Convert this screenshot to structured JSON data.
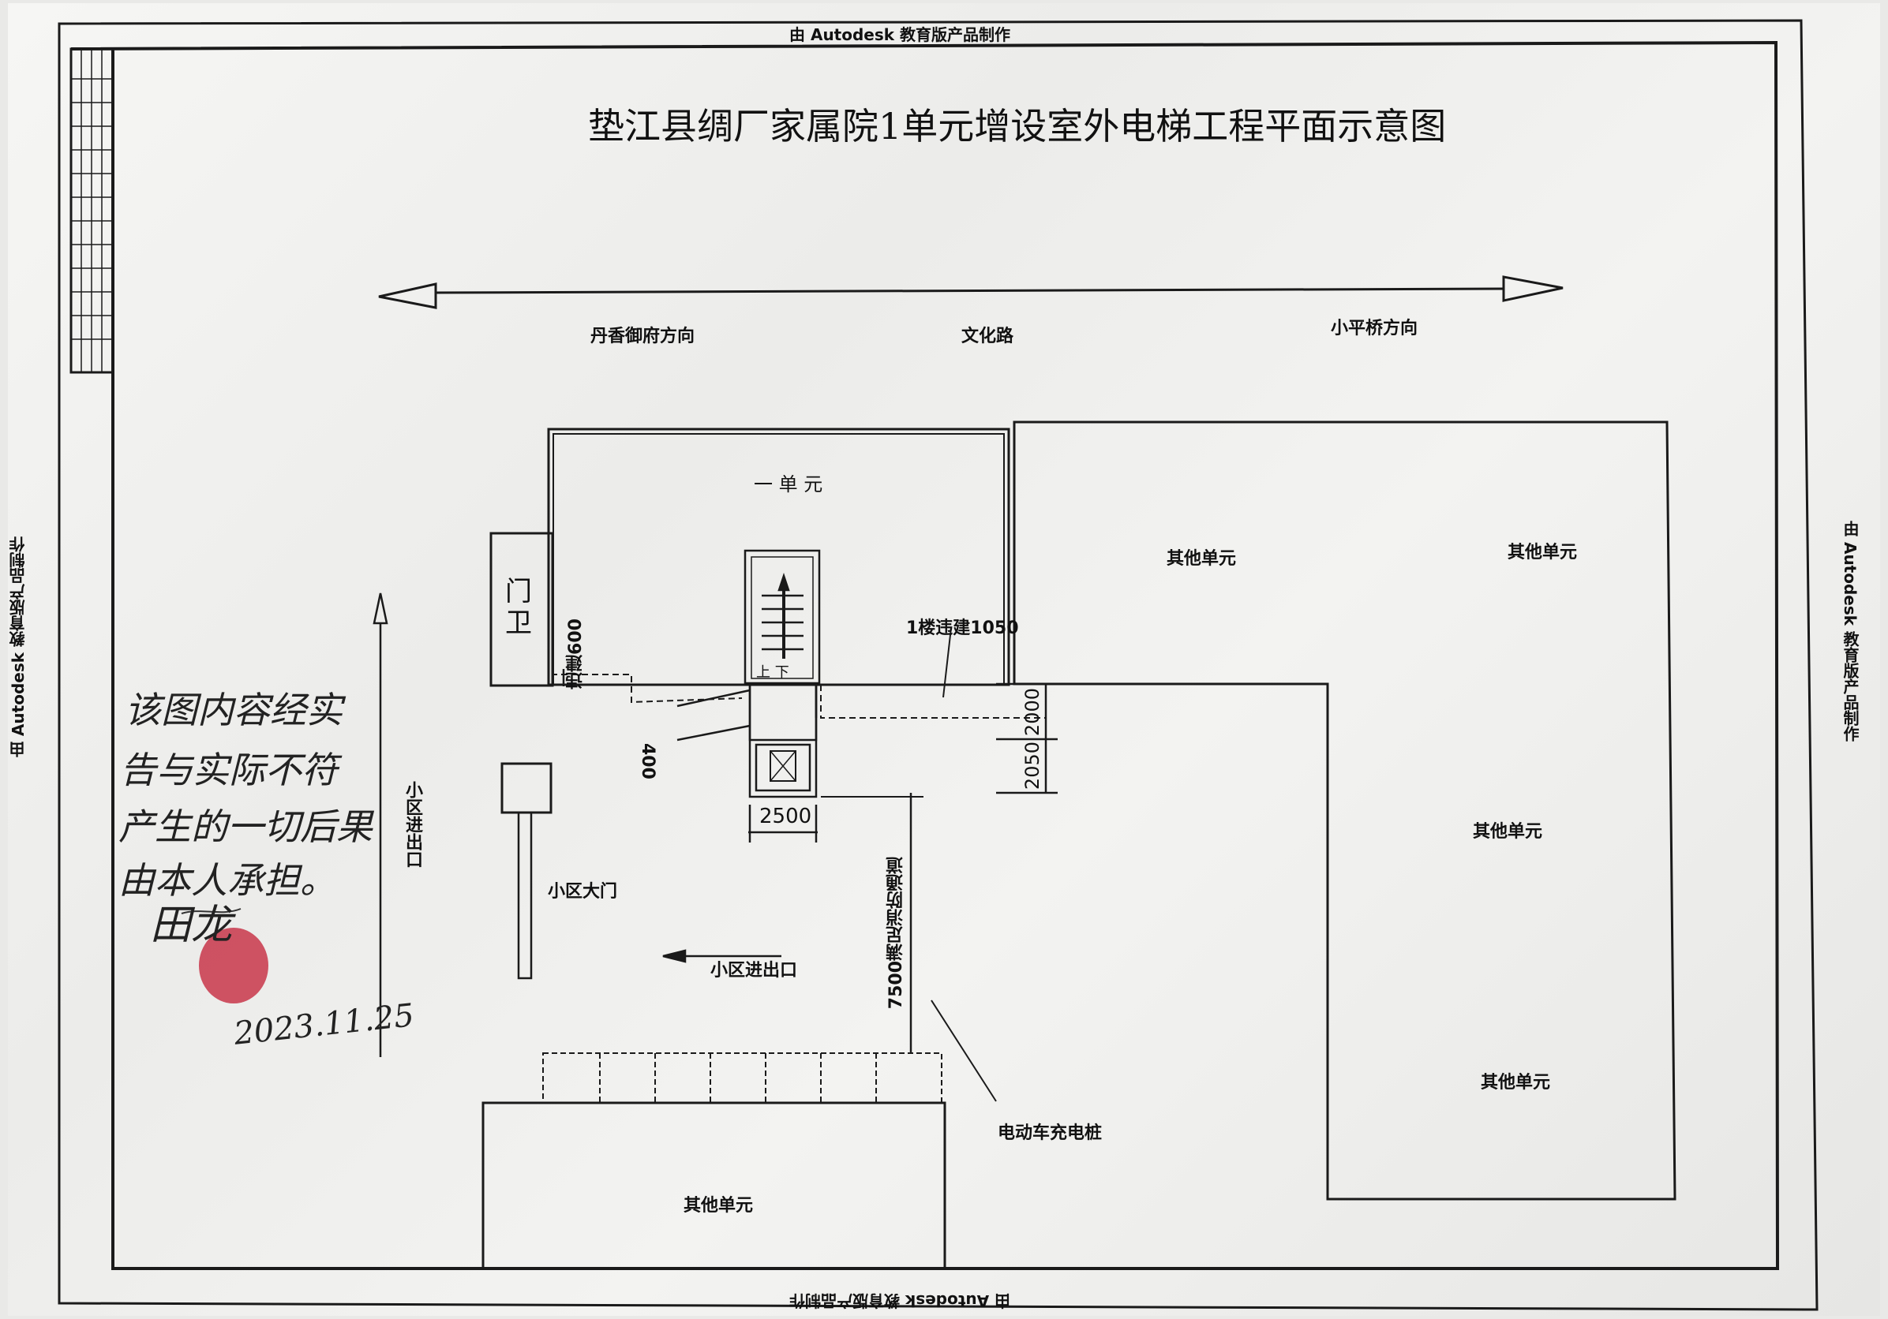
{
  "watermark": "由 Autodesk 教育版产品制作",
  "title": "垫江县绸厂家属院1单元增设室外电梯工程平面示意图",
  "road": {
    "left_direction": "丹香御府方向",
    "name": "文化路",
    "right_direction": "小平桥方向"
  },
  "labels": {
    "unit_one": "一 单 元",
    "guard": "门卫",
    "other_unit": "其他单元",
    "community_gate": "小区大门",
    "community_entrance_vertical": "小区进出口",
    "community_entrance": "小区进出口",
    "ev_charging": "电动车充电桩",
    "stair_up_down": "上 下"
  },
  "dimensions": {
    "illegal_1050": "1楼违建1050",
    "illegal_600": "违建600",
    "d400": "400",
    "d2000": "2000",
    "d2050": "2050",
    "d2500": "2500",
    "d7500": "7500满足消防通道"
  },
  "handwriting": {
    "lines": [
      "该图内容经实",
      "告与实际不符",
      "产生的一切后果",
      "由本人承担。",
      "田龙"
    ],
    "date": "2023.11.25"
  }
}
